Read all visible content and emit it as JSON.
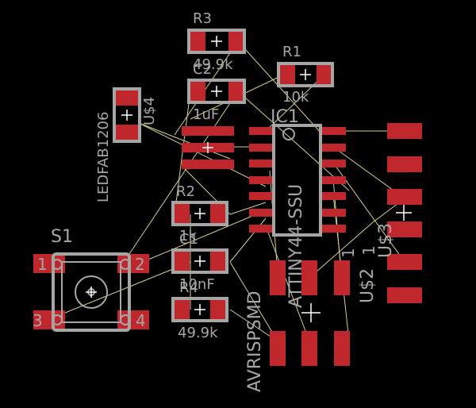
{
  "board": {
    "background": "#000000",
    "pad_color": "#c0272d",
    "silk_color": "#a6a6a6",
    "airwire_color": "#d6cf8a"
  },
  "labels": {
    "r3_name": "R3",
    "r3_value": "49.9k",
    "c2_name": "C2",
    "c2_value": "1uF",
    "r1_name": "R1",
    "r1_value": "10k",
    "ic1_name": "IC1",
    "ic1_value": "ATTINY44-SSU",
    "led_name": "U$4",
    "led_value": "LEDFAB1206",
    "r2_name": "R2",
    "r2_value": "1k",
    "c1_name": "C1",
    "c1_value": "10nF",
    "r4_name": "R4",
    "r4_value": "49.9k",
    "s1_name": "S1",
    "s1_pin1": "1",
    "s1_pin2": "2",
    "s1_pin3": "3",
    "s1_pin4": "4",
    "isp_name": "U$2",
    "isp_value": "AVRISPSMD",
    "isp_pin1": "1",
    "ftdi_name": "U$3",
    "ftdi_pin1": "1"
  }
}
